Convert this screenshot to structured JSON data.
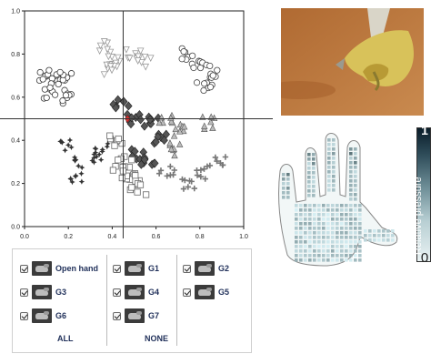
{
  "scatter": {
    "x_ticks": [
      "0.0",
      "0.2",
      "0.4",
      "0.6",
      "0.8",
      "1.0"
    ],
    "y_ticks": [
      "0.0",
      "0.2",
      "0.4",
      "0.6",
      "0.8",
      "1.0"
    ],
    "crosshair": {
      "x": 0.45,
      "y": 0.5
    }
  },
  "chart_data": {
    "type": "scatter",
    "xlim": [
      0,
      1
    ],
    "ylim": [
      0,
      1
    ],
    "grid": false,
    "series": [
      {
        "marker": "hexagon",
        "color": "#3a3a3a",
        "points": [
          [
            0.1,
            0.7
          ],
          [
            0.15,
            0.66
          ],
          [
            0.2,
            0.6
          ],
          [
            0.12,
            0.62
          ],
          [
            0.18,
            0.7
          ]
        ]
      },
      {
        "marker": "triangle-down",
        "color": "#9a9a9a",
        "points": [
          [
            0.36,
            0.83
          ],
          [
            0.42,
            0.78
          ],
          [
            0.5,
            0.8
          ],
          [
            0.55,
            0.76
          ],
          [
            0.4,
            0.72
          ]
        ]
      },
      {
        "marker": "circle-open",
        "color": "#444444",
        "points": [
          [
            0.75,
            0.8
          ],
          [
            0.8,
            0.76
          ],
          [
            0.85,
            0.72
          ],
          [
            0.82,
            0.66
          ]
        ]
      },
      {
        "marker": "diamond",
        "color": "#555555",
        "points": [
          [
            0.44,
            0.56
          ],
          [
            0.5,
            0.5
          ],
          [
            0.58,
            0.48
          ],
          [
            0.62,
            0.4
          ],
          [
            0.52,
            0.34
          ],
          [
            0.56,
            0.3
          ]
        ]
      },
      {
        "marker": "square-open",
        "color": "#666666",
        "points": [
          [
            0.42,
            0.4
          ],
          [
            0.46,
            0.3
          ],
          [
            0.5,
            0.22
          ],
          [
            0.52,
            0.17
          ],
          [
            0.44,
            0.25
          ]
        ]
      },
      {
        "marker": "star",
        "color": "#333333",
        "points": [
          [
            0.2,
            0.38
          ],
          [
            0.26,
            0.3
          ],
          [
            0.32,
            0.32
          ],
          [
            0.24,
            0.22
          ],
          [
            0.36,
            0.36
          ]
        ]
      },
      {
        "marker": "triangle-up",
        "color": "#999999",
        "points": [
          [
            0.64,
            0.5
          ],
          [
            0.72,
            0.45
          ],
          [
            0.84,
            0.48
          ],
          [
            0.7,
            0.36
          ]
        ]
      },
      {
        "marker": "plus",
        "color": "#777777",
        "points": [
          [
            0.65,
            0.25
          ],
          [
            0.74,
            0.2
          ],
          [
            0.8,
            0.25
          ],
          [
            0.88,
            0.3
          ]
        ]
      }
    ]
  },
  "gestures": [
    {
      "label": "Open hand"
    },
    {
      "label": "G1"
    },
    {
      "label": "G2"
    },
    {
      "label": "G3"
    },
    {
      "label": "G4"
    },
    {
      "label": "G5"
    },
    {
      "label": "G6"
    },
    {
      "label": "G7"
    }
  ],
  "buttons": {
    "all": "ALL",
    "none": "NONE"
  },
  "colorbar": {
    "max": "1",
    "min": "0",
    "label": "Relative pressure"
  }
}
